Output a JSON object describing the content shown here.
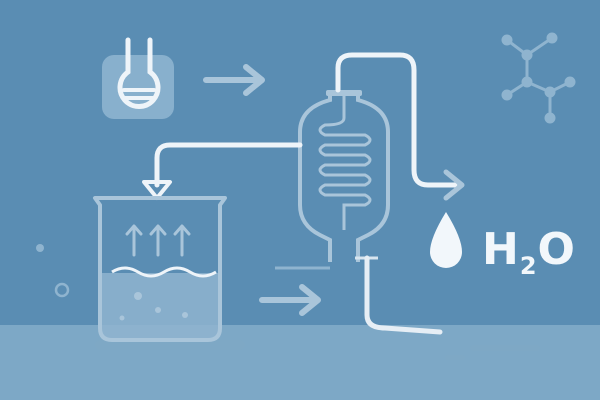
{
  "colors": {
    "background": "#5a8db3",
    "floor": "#9bbfd6",
    "line_light": "#e6eef5",
    "line_soft": "#a9c5da",
    "liquid": "#8fb4cf"
  },
  "icons": [
    "flask-icon",
    "arrow-right-icon",
    "condenser-icon",
    "beaker-icon",
    "droplet-icon",
    "molecule-icon"
  ],
  "product": {
    "formula_base": "H",
    "formula_sub": "2",
    "formula_tail": "O"
  }
}
